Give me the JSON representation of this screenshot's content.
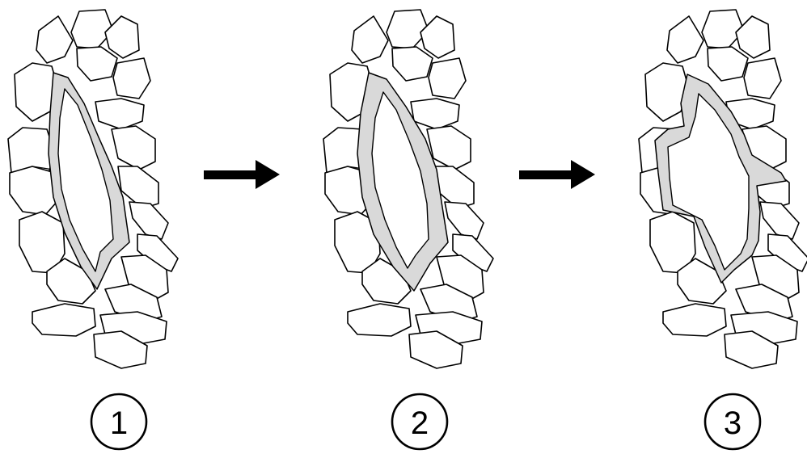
{
  "steps": [
    {
      "number": "1"
    },
    {
      "number": "2"
    },
    {
      "number": "3"
    }
  ],
  "colors": {
    "outline": "#000000",
    "intercellular_space": "#d9d9d9",
    "background": "#ffffff",
    "arrow": "#000000"
  },
  "icons": [
    "arrow-right-icon",
    "arrow-right-icon"
  ]
}
